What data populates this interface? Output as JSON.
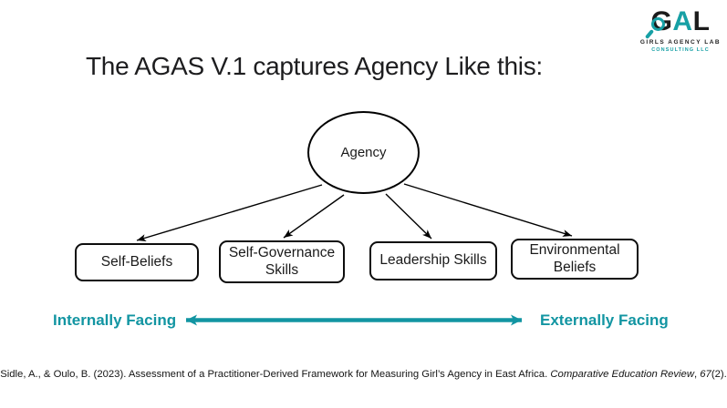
{
  "logo": {
    "letters": [
      "G",
      "A",
      "L"
    ],
    "letter_colors": [
      "#1b1b1b",
      "#17a0a5",
      "#1b1b1b"
    ],
    "magnifier_icon_color": "#17a0a5",
    "org_name": "GIRLS AGENCY LAB",
    "org_subtitle": "CONSULTING LLC"
  },
  "slide": {
    "title": "The AGAS V.1 captures Agency Like this:"
  },
  "diagram": {
    "root_label": "Agency",
    "children": [
      "Self-Beliefs",
      "Self-Governance Skills",
      "Leadership Skills",
      "Environmental Beliefs"
    ]
  },
  "axis": {
    "left_label": "Internally Facing",
    "right_label": "Externally Facing",
    "arrow_color": "#1295a2"
  },
  "citation": {
    "authors_and_title": "Sidle, A., & Oulo, B. (2023). Assessment of a Practitioner-Derived Framework for Measuring Girl’s Agency in East Africa. ",
    "journal": "Comparative Education Review",
    "separator": ", ",
    "volume": "67",
    "issue": "(2)."
  }
}
